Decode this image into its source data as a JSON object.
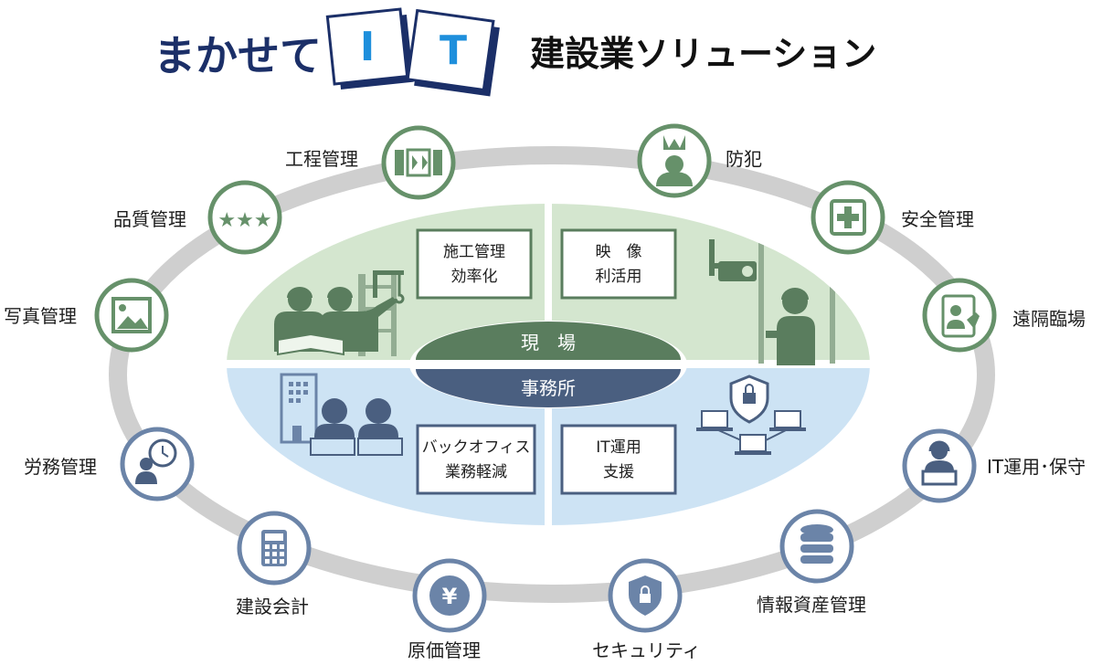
{
  "title": {
    "prefix": "まかせて",
    "letter_i": "I",
    "letter_t": "T",
    "suffix": "建設業ソリューション"
  },
  "hub": {
    "site": "現　場",
    "office": "事務所"
  },
  "cards": {
    "construction_mgmt": [
      "施工管理",
      "効率化"
    ],
    "video_use": [
      "映　像",
      "利活用"
    ],
    "back_office": [
      "バックオフィス",
      "業務軽減"
    ],
    "it_support": [
      "IT運用",
      "支援"
    ]
  },
  "ring_items": {
    "schedule": "工程管理",
    "crime_prevention": "防犯",
    "quality": "品質管理",
    "safety": "安全管理",
    "photo": "写真管理",
    "remote_site": "遠隔臨場",
    "labor": "労務管理",
    "it_ops": "IT運用･保守",
    "accounting": "建設会計",
    "asset": "情報資産管理",
    "cost": "原価管理",
    "security": "セキュリティ"
  },
  "colors": {
    "navy": "#1b2f68",
    "title_blue": "#1e8fdc",
    "green_dark": "#5a7d5e",
    "green_ring": "#66916a",
    "green_fill": "#d4e6cf",
    "blue_dark": "#4a5f80",
    "blue_ring": "#6b84a8",
    "blue_fill": "#cde3f4",
    "ring_gray": "#cfcfcf"
  }
}
